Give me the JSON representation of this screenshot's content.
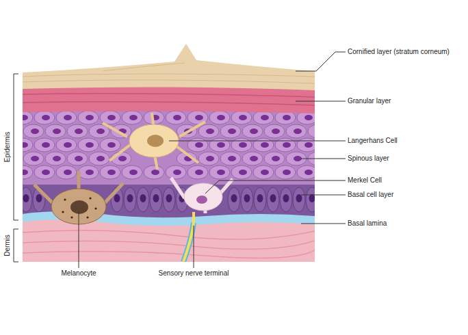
{
  "diagram": {
    "labels": [
      "Cornified layer (stratum corneum)",
      "Granular layer",
      "Langerhans Cell",
      "Spinous layer",
      "Merkel Cell",
      "Basal cell layer",
      "Basal lamina",
      "Epidermis",
      "Dermis",
      "Melanocyte",
      "Sensory nerve terminal"
    ]
  }
}
